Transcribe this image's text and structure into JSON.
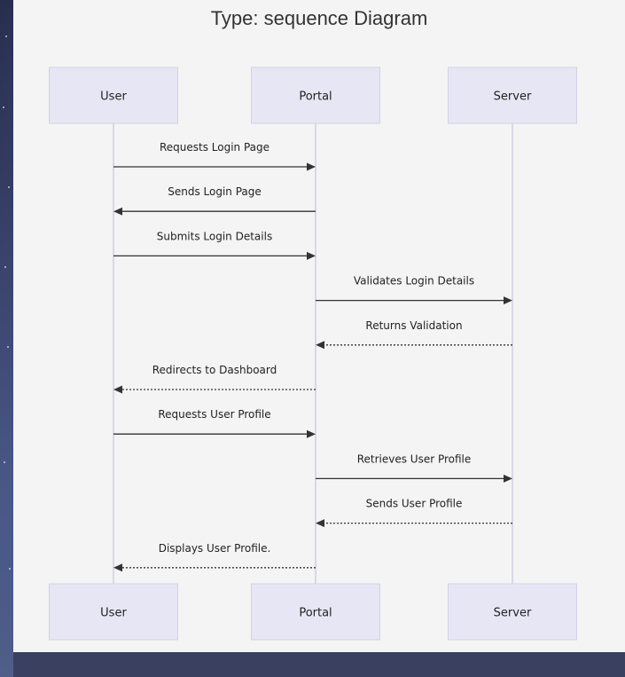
{
  "title": "Type: sequence Diagram",
  "participants": [
    "User",
    "Portal",
    "Server"
  ],
  "messages": [
    {
      "text": "Requests Login Page",
      "from": 0,
      "to": 1,
      "style": "solid"
    },
    {
      "text": "Sends Login Page",
      "from": 1,
      "to": 0,
      "style": "solid"
    },
    {
      "text": "Submits Login Details",
      "from": 0,
      "to": 1,
      "style": "solid"
    },
    {
      "text": "Validates Login Details",
      "from": 1,
      "to": 2,
      "style": "solid"
    },
    {
      "text": "Returns Validation",
      "from": 2,
      "to": 1,
      "style": "dotted"
    },
    {
      "text": "Redirects to Dashboard",
      "from": 1,
      "to": 0,
      "style": "dotted"
    },
    {
      "text": "Requests User Profile",
      "from": 0,
      "to": 1,
      "style": "solid"
    },
    {
      "text": "Retrieves User Profile",
      "from": 1,
      "to": 2,
      "style": "solid"
    },
    {
      "text": "Sends User Profile",
      "from": 2,
      "to": 1,
      "style": "dotted"
    },
    {
      "text": "Displays User Profile.",
      "from": 1,
      "to": 0,
      "style": "dotted"
    }
  ]
}
